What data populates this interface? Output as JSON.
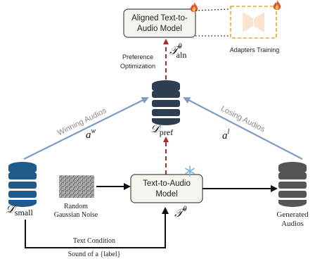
{
  "colors": {
    "box_fill": "#f6f4ee",
    "box_stroke": "#4a4a4a",
    "adapter_stroke": "#e8a23a",
    "adapter_fill": "#fbe4cf",
    "preference_arrow": "#b42828",
    "side_arrow": "#7f9cc6",
    "db_blue": "#1e5a8c",
    "db_dark": "#2c3e50",
    "db_gray": "#555555",
    "fire": "#e0553a",
    "snow": "#6fb7e6"
  },
  "aligned_model": {
    "line1": "Aligned Text-to-",
    "line2": "Audio Model",
    "symbol_base": "𝒯",
    "symbol_sup": "θ",
    "symbol_sub": "aln",
    "fire_icon": "fire-icon"
  },
  "adapters": {
    "label": "Adapters Training",
    "icon": "adapter-icon",
    "fire_icon": "fire-icon"
  },
  "preference_optimization": {
    "line1": "Preference",
    "line2": "Optimization"
  },
  "pref_db": {
    "icon": "database-icon",
    "symbol_base": "𝒟",
    "symbol_sub": "pref"
  },
  "winning": {
    "label": "Winning Audios",
    "symbol_base": "a",
    "symbol_sup": "w"
  },
  "losing": {
    "label": "Losing Audios",
    "symbol_base": "a",
    "symbol_sup": "l"
  },
  "small_db": {
    "icon": "database-icon",
    "symbol_base": "𝒟",
    "symbol_sub": "small"
  },
  "noise": {
    "line1": "Random",
    "line2": "Gaussian Noise"
  },
  "base_model": {
    "line1": "Text-to-Audio",
    "line2": "Model",
    "symbol_base": "𝒯",
    "symbol_sup": "θ",
    "snow_icon": "snowflake-icon"
  },
  "generated": {
    "icon": "database-icon",
    "line1": "Generated",
    "line2": "Audios"
  },
  "text_condition": {
    "line1": "Text Condition",
    "line2": "Sound of a {label}"
  }
}
